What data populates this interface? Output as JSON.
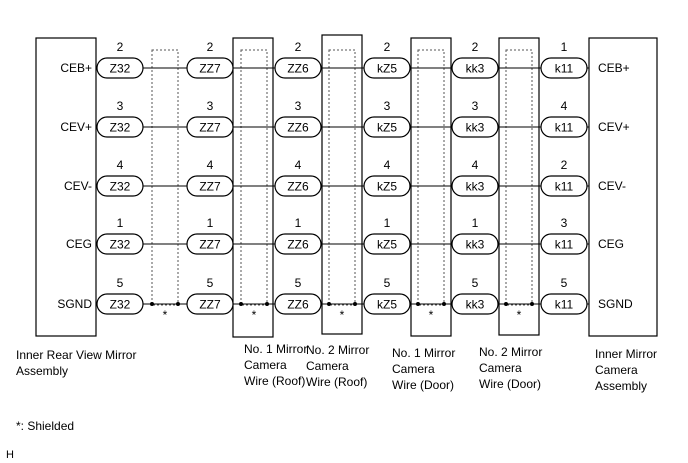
{
  "signals": [
    "CEB+",
    "CEV+",
    "CEV-",
    "CEG",
    "SGND"
  ],
  "components": [
    {
      "label": "Inner Rear View Mirror\nAssembly"
    },
    {
      "label": "No. 1 Mirror\nCamera\nWire (Roof)"
    },
    {
      "label": "No. 2 Mirror\nCamera\nWire (Roof)"
    },
    {
      "label": "No. 1 Mirror\nCamera\nWire (Door)"
    },
    {
      "label": "No. 2 Mirror\nCamera\nWire (Door)"
    },
    {
      "label": "Inner Mirror\nCamera\nAssembly"
    }
  ],
  "connectors": [
    {
      "code": "Z32",
      "pins": [
        "2",
        "3",
        "4",
        "1",
        "5"
      ]
    },
    {
      "code": "ZZ7",
      "pins": [
        "2",
        "3",
        "4",
        "1",
        "5"
      ]
    },
    {
      "code": "ZZ6",
      "pins": [
        "2",
        "3",
        "4",
        "1",
        "5"
      ]
    },
    {
      "code": "kZ5",
      "pins": [
        "2",
        "3",
        "4",
        "1",
        "5"
      ]
    },
    {
      "code": "kk3",
      "pins": [
        "2",
        "3",
        "4",
        "1",
        "5"
      ]
    },
    {
      "code": "k11",
      "pins": [
        "1",
        "4",
        "2",
        "3",
        "5"
      ]
    }
  ],
  "shield_mark": "*",
  "legend": {
    "shielded_note": "*: Shielded"
  },
  "figure_code": "H"
}
